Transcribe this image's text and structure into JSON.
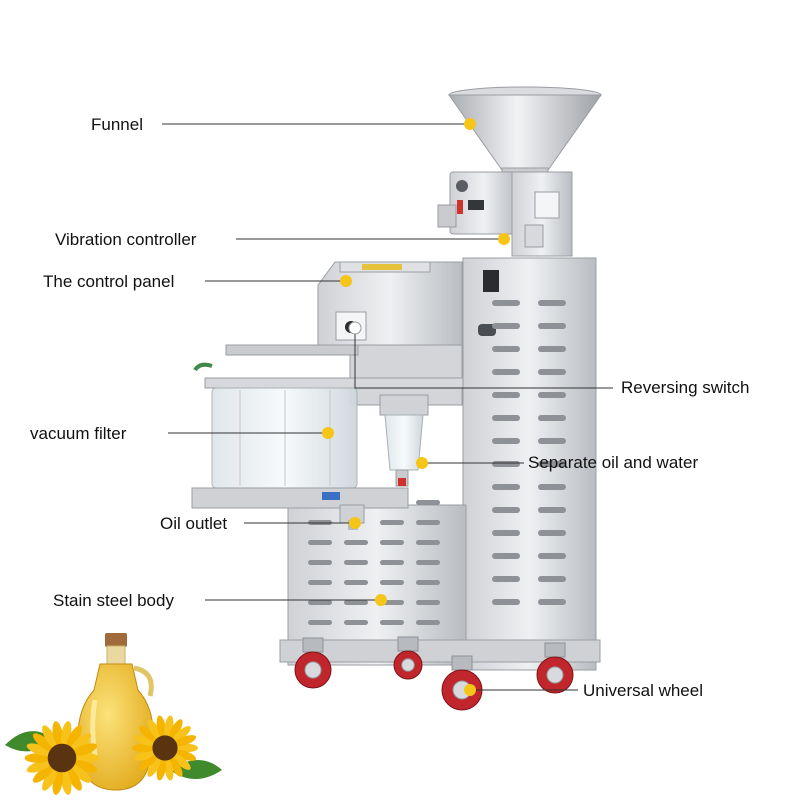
{
  "colors": {
    "background": "#ffffff",
    "steel_light": "#e8e9eb",
    "steel_mid": "#c9cbcf",
    "steel_dark": "#9a9da2",
    "marker": "#f5c518",
    "leader_line": "#333333",
    "wheel_red": "#c0262b",
    "oil": "#f2c93a",
    "sunflower_petal": "#f4b400",
    "sunflower_center": "#5a3410",
    "leaf": "#3f8a2c"
  },
  "icons": [
    "oil-bottle-icon",
    "sunflower-icon"
  ],
  "labels": {
    "funnel": "Funnel",
    "vibration_controller": "Vibration controller",
    "control_panel": "The control panel",
    "reversing_switch": "Reversing switch",
    "vacuum_filter": "vacuum filter",
    "separate_oil_water": "Separate oil and water",
    "oil_outlet": "Oil outlet",
    "body": "Stain steel body",
    "universal_wheel": "Universal wheel"
  }
}
